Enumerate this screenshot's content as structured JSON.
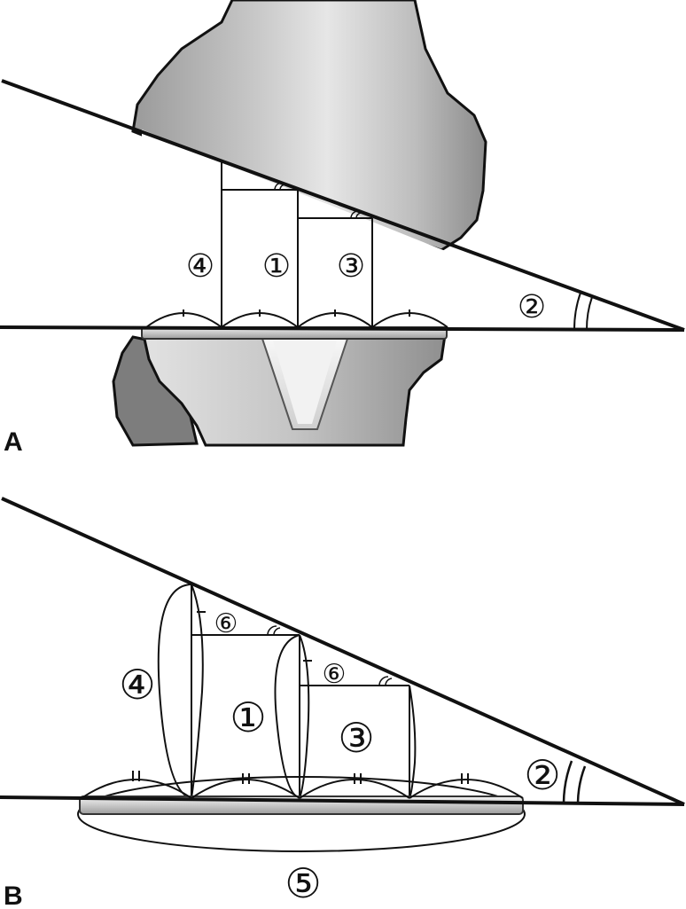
{
  "panels": {
    "a": {
      "letter": "A",
      "labels": {
        "four": "④",
        "one": "①",
        "three": "③",
        "two": "②"
      }
    },
    "b": {
      "letter": "B",
      "labels": {
        "four": "④",
        "one": "①",
        "three": "③",
        "two": "②",
        "six_top": "⑥",
        "six_mid": "⑥",
        "five": "⑤"
      }
    }
  },
  "colors": {
    "line": "#111111",
    "bone_light": "#d8d8d8",
    "bone_dark": "#8a8a8a",
    "plate": "#e6e6e6"
  }
}
